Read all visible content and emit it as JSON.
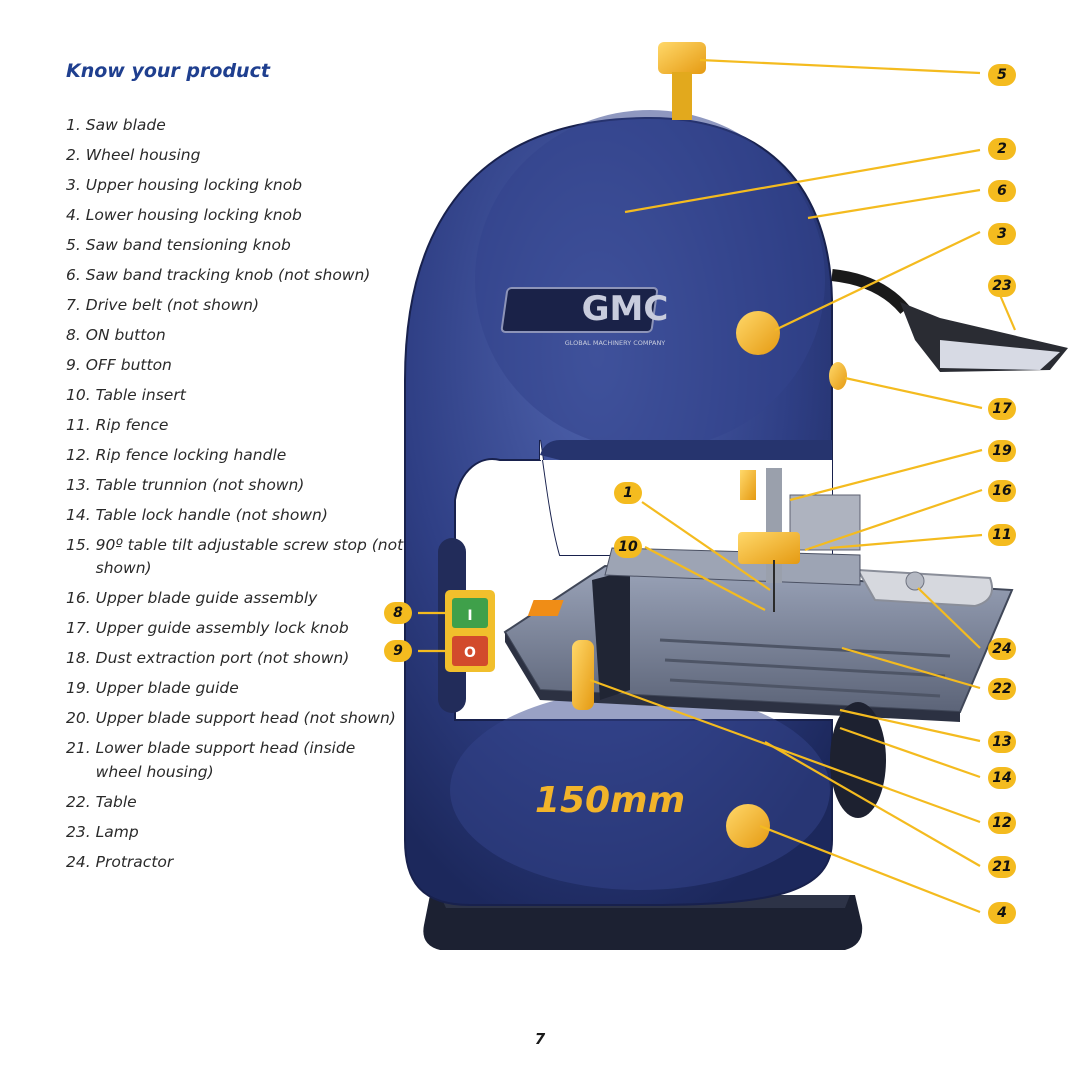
{
  "header": {
    "title": "Know your product"
  },
  "parts": [
    {
      "num": "1.",
      "label": "Saw blade"
    },
    {
      "num": "2.",
      "label": "Wheel housing"
    },
    {
      "num": "3.",
      "label": "Upper housing locking knob"
    },
    {
      "num": "4.",
      "label": "Lower housing locking knob"
    },
    {
      "num": "5.",
      "label": "Saw band tensioning knob"
    },
    {
      "num": "6.",
      "label": "Saw band tracking knob (not shown)"
    },
    {
      "num": "7.",
      "label": "Drive belt (not shown)"
    },
    {
      "num": "8.",
      "label": "ON button"
    },
    {
      "num": "9.",
      "label": "OFF button"
    },
    {
      "num": "10.",
      "label": "Table insert"
    },
    {
      "num": "11.",
      "label": "Rip fence"
    },
    {
      "num": "12.",
      "label": "Rip fence locking handle"
    },
    {
      "num": "13.",
      "label": "Table trunnion (not shown)"
    },
    {
      "num": "14.",
      "label": "Table lock handle (not shown)"
    },
    {
      "num": "15.",
      "label": "90º table tilt adjustable screw stop (not shown)"
    },
    {
      "num": "16.",
      "label": "Upper blade guide assembly"
    },
    {
      "num": "17.",
      "label": "Upper guide assembly lock knob"
    },
    {
      "num": "18.",
      "label": "Dust extraction port (not shown)"
    },
    {
      "num": "19.",
      "label": "Upper blade guide"
    },
    {
      "num": "20.",
      "label": "Upper blade support head (not shown)"
    },
    {
      "num": "21.",
      "label": "Lower blade support head (inside wheel housing)"
    },
    {
      "num": "22.",
      "label": "Table"
    },
    {
      "num": "23.",
      "label": "Lamp"
    },
    {
      "num": "24.",
      "label": "Protractor"
    }
  ],
  "machine": {
    "brand": "GMC",
    "brand_subtitle": "GLOBAL MACHINERY COMPANY",
    "size_label": "150mm",
    "on_symbol": "I",
    "off_symbol": "O"
  },
  "callouts": {
    "right": [
      "5",
      "2",
      "6",
      "3",
      "23",
      "17",
      "19",
      "16",
      "11",
      "24",
      "22",
      "13",
      "14",
      "12",
      "21",
      "4"
    ],
    "left": [
      "1",
      "10",
      "8",
      "9"
    ]
  },
  "colors": {
    "title": "#1f3f8f",
    "callout": "#f4bb1f",
    "body": "#2b3a7c",
    "knob": "#f2b42a"
  },
  "footer": {
    "page_number": "7"
  }
}
